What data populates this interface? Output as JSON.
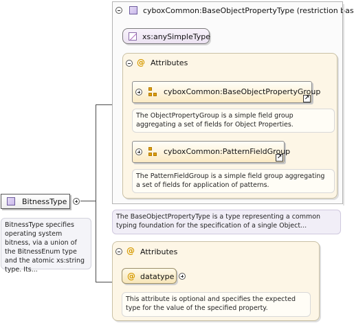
{
  "root": {
    "label": "BitnessType",
    "description": "BitnessType specifies operating system bitness, via a union of the BitnessEnum type and the atomic xs:string type. Its..."
  },
  "restriction": {
    "title": "cyboxCommon:BaseObjectPropertyType (restriction base)",
    "simple_type": "xs:anySimpleType",
    "attributes_label": "Attributes",
    "groups": [
      {
        "label": "cyboxCommon:BaseObjectPropertyGroup",
        "description": "The ObjectPropertyGroup is a simple field group aggregating a set of fields for Object Properties."
      },
      {
        "label": "cyboxCommon:PatternFieldGroup",
        "description": "The PatternFieldGroup is a simple field group aggregating a set of fields for application of patterns."
      }
    ],
    "description": "The BaseObjectPropertyType is a type representing a common typing foundation for the specification of a single Object..."
  },
  "attributes": {
    "label": "Attributes",
    "datatype": {
      "label": "datatype",
      "description": "This attribute is optional and specifies the expected type for the value of the specified property."
    }
  },
  "icons": [
    "minus-icon",
    "plus-icon",
    "type-icon",
    "simple-type-icon",
    "attribute-icon",
    "group-icon",
    "link-icon"
  ],
  "colors": {
    "attribute_bg": "#fdf6e6",
    "group_bg": "#fbeac4",
    "type_icon": "#c9b8ea",
    "attribute_icon": "#d69a00"
  }
}
